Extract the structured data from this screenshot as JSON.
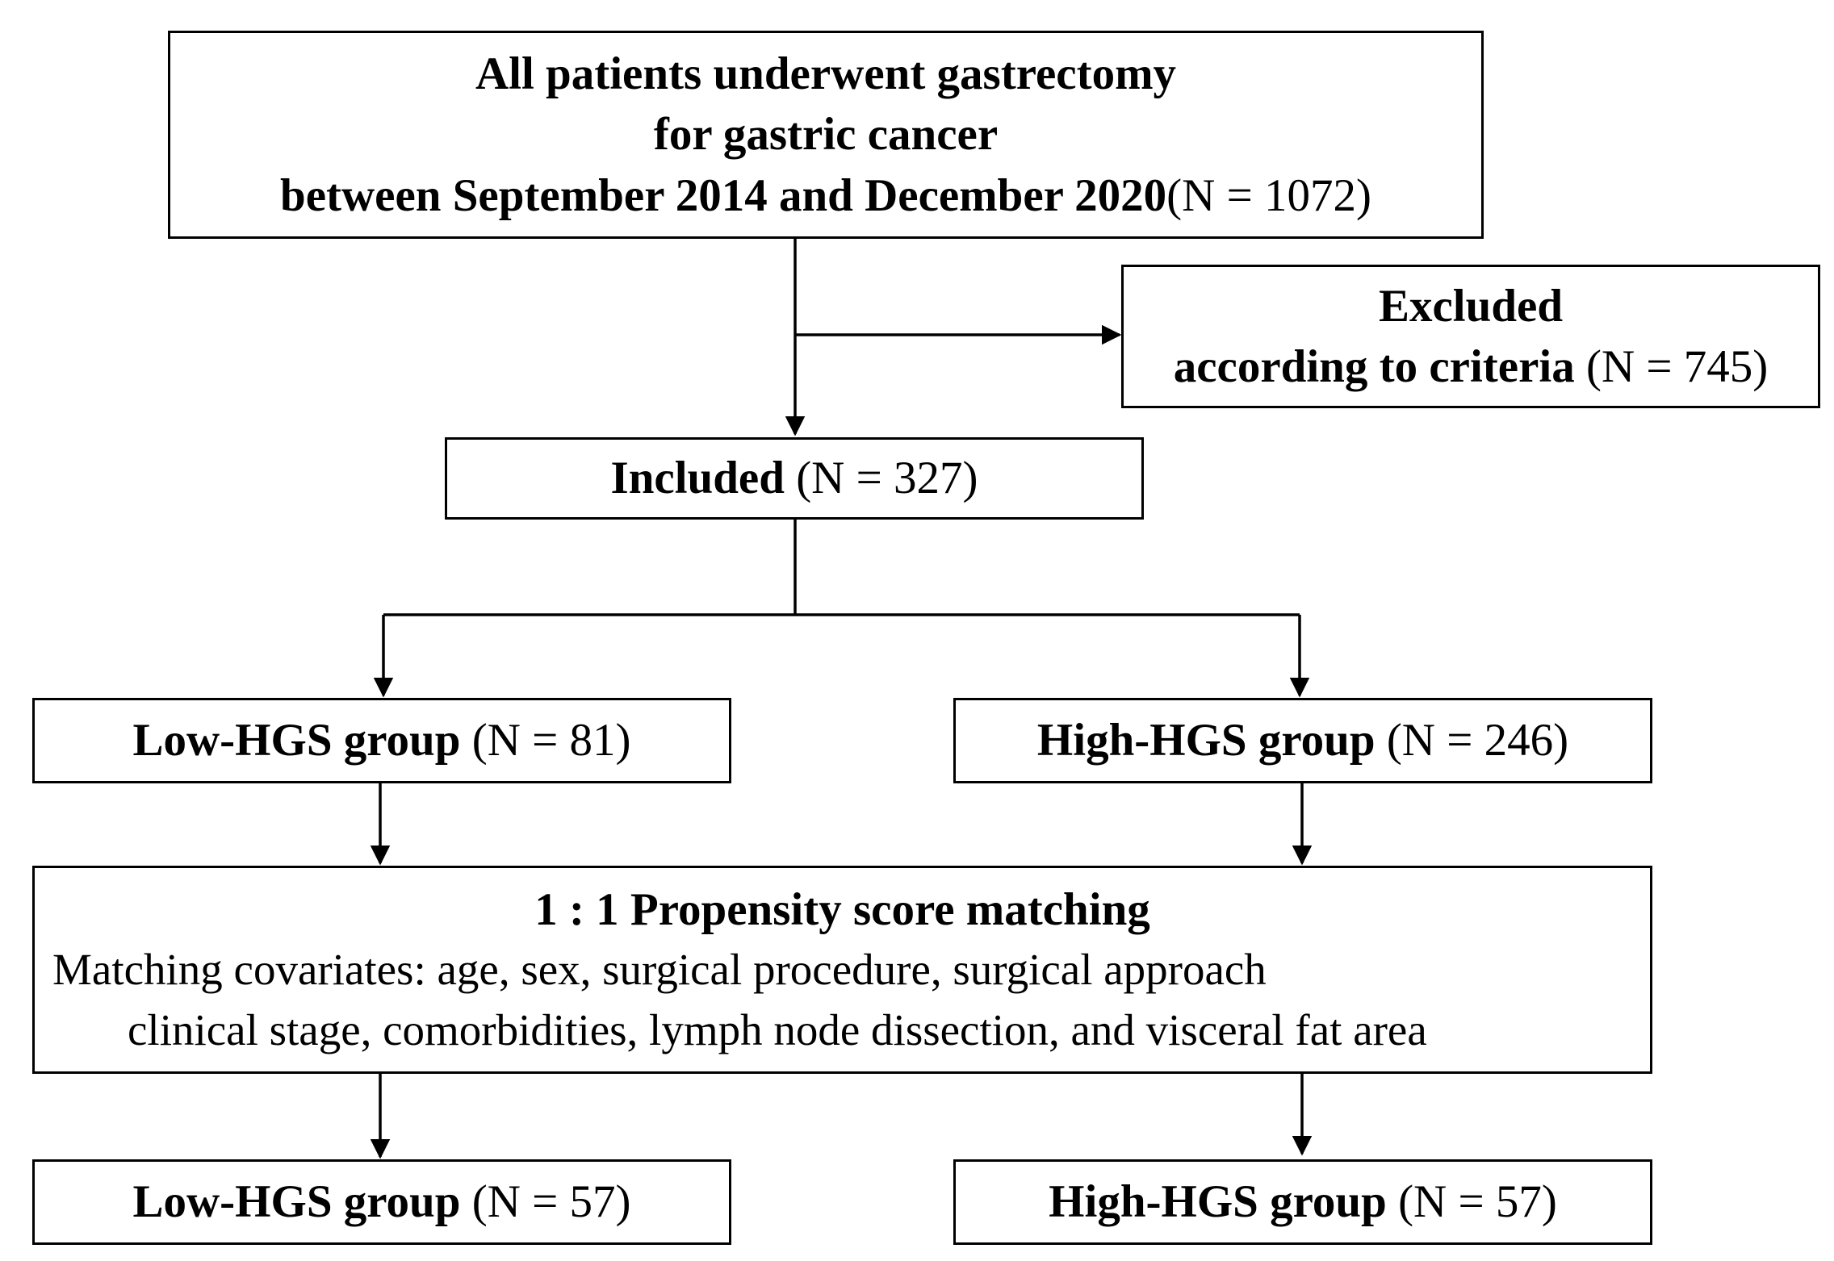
{
  "start": {
    "line1": "All patients underwent gastrectomy",
    "line2": "for gastric cancer",
    "line3_bold": "between September 2014 and December 2020",
    "line3_count": "(N = 1072)"
  },
  "excluded": {
    "title": "Excluded",
    "reason": "according to criteria",
    "count": "(N = 745)"
  },
  "included": {
    "label": "Included",
    "count": "(N = 327)"
  },
  "low_before": {
    "label": "Low-HGS group",
    "count": "(N = 81)"
  },
  "high_before": {
    "label": "High-HGS group",
    "count": "(N = 246)"
  },
  "matching": {
    "title": "1 : 1 Propensity score matching",
    "covariates_line1": "Matching covariates: age, sex, surgical procedure, surgical approach",
    "covariates_line2": "clinical stage, comorbidities, lymph node dissection, and visceral fat area"
  },
  "low_after": {
    "label": "Low-HGS group",
    "count": "(N = 57)"
  },
  "high_after": {
    "label": "High-HGS group",
    "count": "(N = 57)"
  }
}
